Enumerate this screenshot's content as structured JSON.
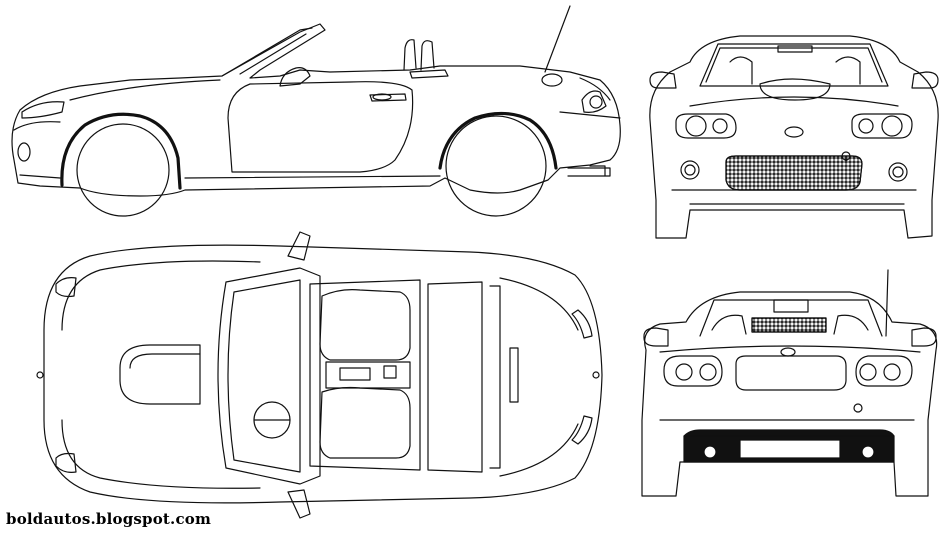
{
  "watermark": "boldautos.blogspot.com",
  "views": [
    {
      "id": "side-view"
    },
    {
      "id": "front-view"
    },
    {
      "id": "top-view"
    },
    {
      "id": "rear-view"
    }
  ]
}
